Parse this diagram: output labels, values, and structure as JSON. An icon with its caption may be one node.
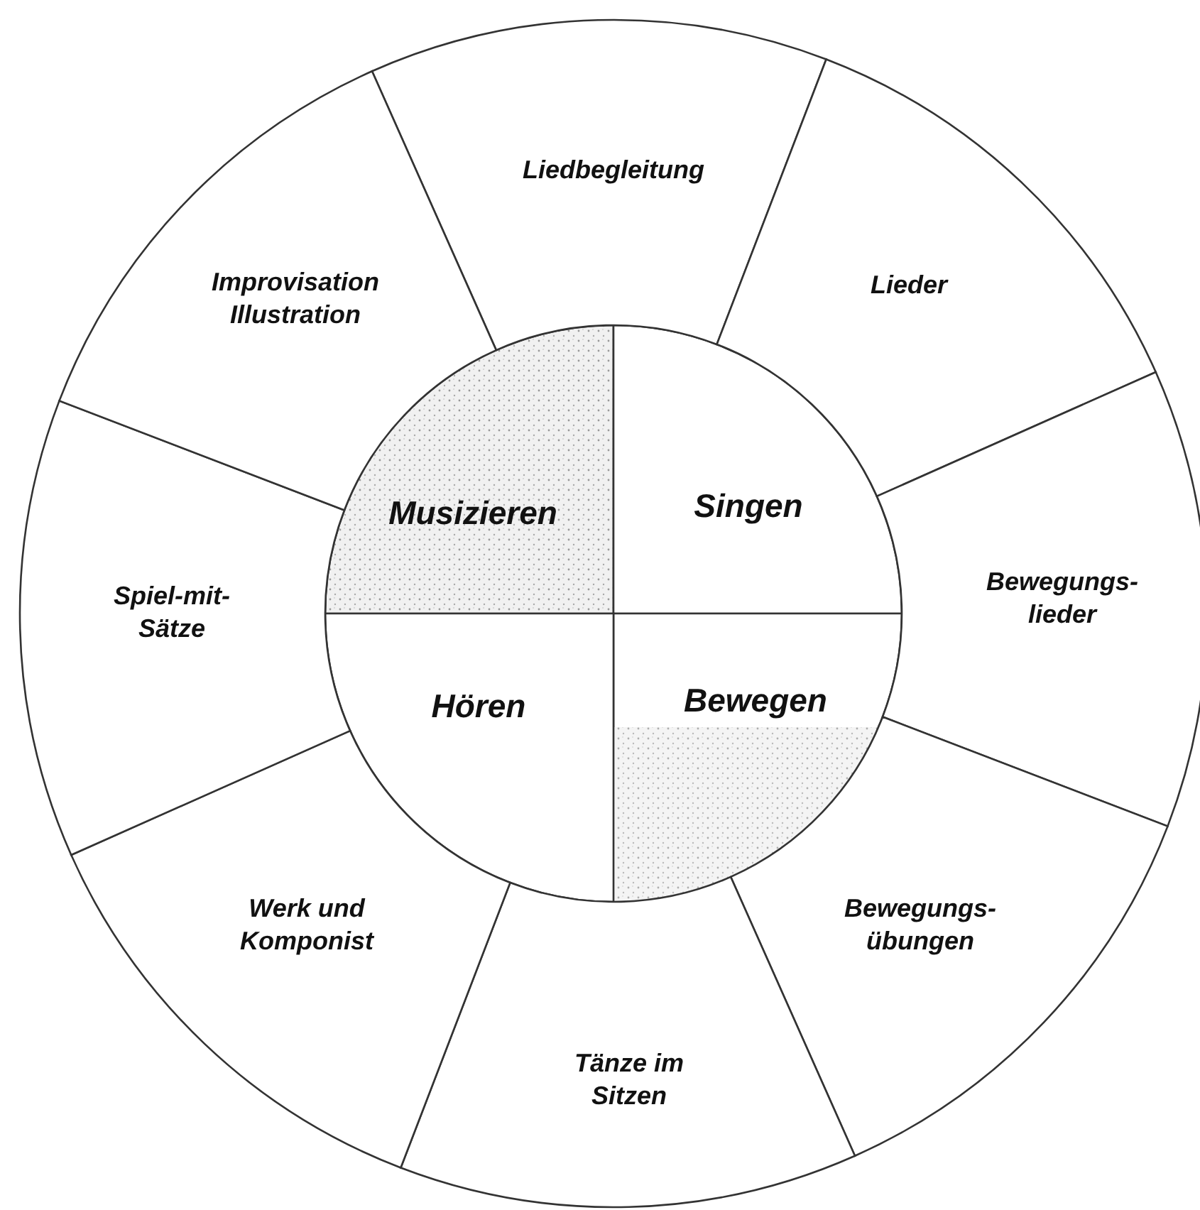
{
  "diagram": {
    "nodes": [
      {
        "text": [
          "Musizieren"
        ]
      },
      {
        "text": [
          "Singen"
        ]
      },
      {
        "text": [
          "Bewegen"
        ]
      },
      {
        "text": [
          "Hören"
        ]
      },
      {
        "text": [
          "Liedbegleitung"
        ]
      },
      {
        "text": [
          "Lieder"
        ]
      },
      {
        "text": [
          "Bewegungs- lieder"
        ]
      },
      {
        "text": [
          "Bewegungs- übungen"
        ]
      },
      {
        "text": [
          "Tänze im Sitzen"
        ]
      },
      {
        "text": [
          "Werk und Komponist"
        ]
      },
      {
        "text": [
          "Spiel-mit- Sätze"
        ]
      },
      {
        "text": [
          "Improvisation Illustration"
        ]
      }
    ]
  }
}
